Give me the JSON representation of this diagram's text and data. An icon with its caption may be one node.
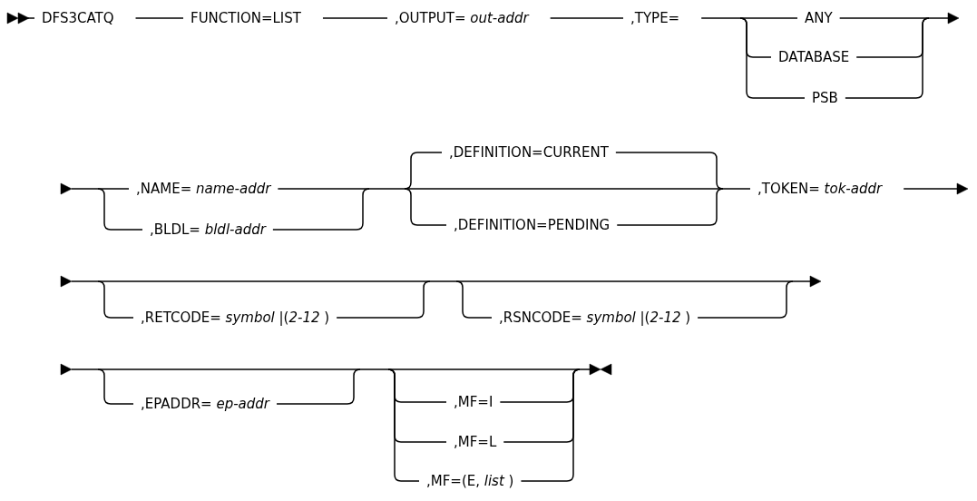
{
  "diagram": {
    "labels": [
      "DFS3CATQ",
      "FUNCTION=LIST",
      ",OUTPUT= *out-addr*",
      ",TYPE=",
      "ANY",
      "DATABASE",
      "PSB",
      ",DEFINITION=CURRENT",
      ",NAME= *name-addr*",
      ",TOKEN= *tok-addr*",
      ",BLDL= *bldl-addr*",
      ",DEFINITION=PENDING",
      ",RETCODE= *symbol* |(*2-12* )",
      ",RSNCODE= *symbol* |(*2-12* )",
      ",EPADDR= *ep-addr*",
      ",MF=I",
      ",MF=L",
      ",MF=(E, *list* )"
    ]
  }
}
